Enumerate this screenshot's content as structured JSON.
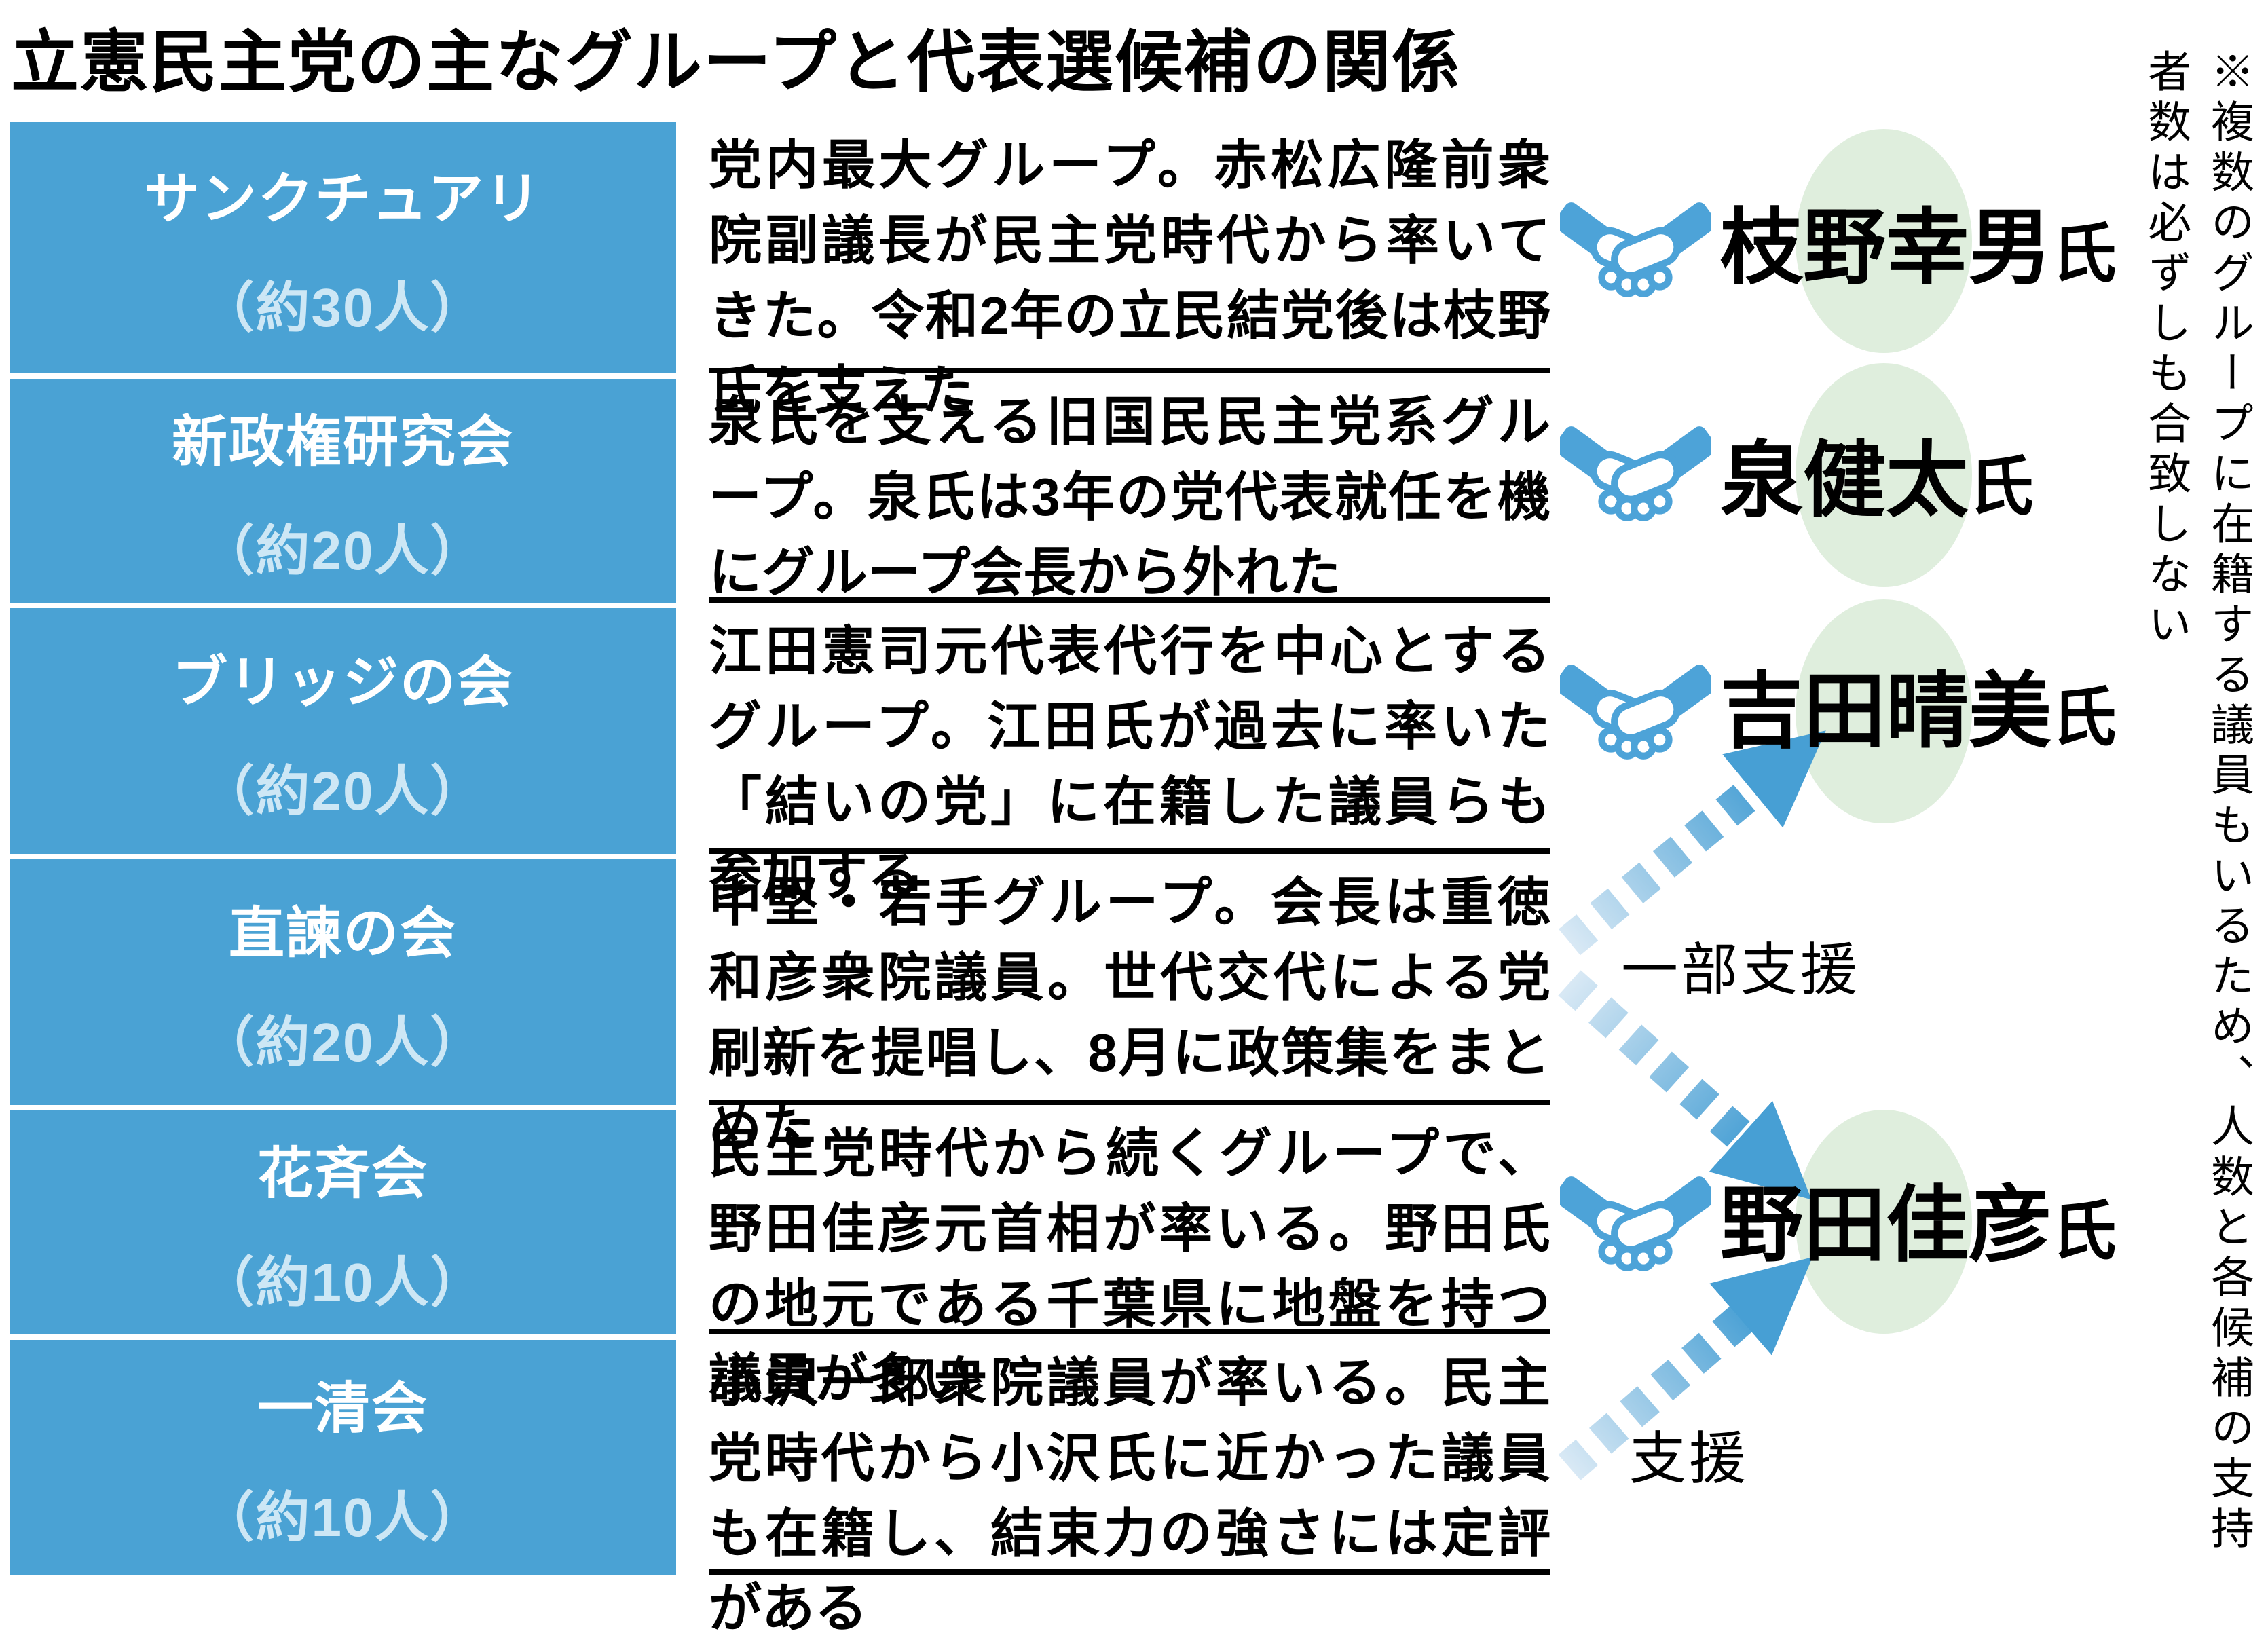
{
  "title": "立憲民主党の主なグループと代表選候補の関係",
  "colors": {
    "group_box_blue": "#4aa2d4",
    "member_count_blue": "#cde7f5",
    "candidate_circle_green": "#dfeedd",
    "arrow_blue": "#479fd4",
    "arrow_blue_light": "#d9e9f5",
    "text_black": "#000000"
  },
  "icons": {
    "handshake": "handshake-icon"
  },
  "groups": [
    {
      "name": "サンクチュアリ",
      "members": "（約30人）",
      "description": "党内最大グループ。赤松広隆前衆院副議長が民主党時代から率いてきた。令和2年の立民結党後は枝野氏を支えた"
    },
    {
      "name": "新政権研究会",
      "members": "（約20人）",
      "description": "泉氏を支える旧国民民主党系グループ。泉氏は3年の党代表就任を機にグループ会長から外れた"
    },
    {
      "name": "ブリッジの会",
      "members": "（約20人）",
      "description": "江田憲司元代表代行を中心とするグループ。江田氏が過去に率いた「結いの党」に在籍した議員らも参加する"
    },
    {
      "name": "直諫の会",
      "members": "（約20人）",
      "description": "中堅・若手グループ。会長は重徳和彦衆院議員。世代交代による党刷新を提唱し、8月に政策集をまとめた"
    },
    {
      "name": "花斉会",
      "members": "（約10人）",
      "description": "民主党時代から続くグループで、野田佳彦元首相が率いる。野田氏の地元である千葉県に地盤を持つ議員が多い"
    },
    {
      "name": "一清会",
      "members": "（約10人）",
      "description": "小沢一郎衆院議員が率いる。民主党時代から小沢氏に近かった議員も在籍し、結束力の強さには定評がある"
    }
  ],
  "candidates": [
    {
      "name": "枝野幸男",
      "honorific": "氏"
    },
    {
      "name": "泉健太",
      "honorific": "氏"
    },
    {
      "name": "吉田晴美",
      "honorific": "氏"
    },
    {
      "name": "野田佳彦",
      "honorific": "氏"
    }
  ],
  "relations": {
    "partial_support_label": "一部支援",
    "support_label": "支援"
  },
  "note": "※複数のグループに在籍する議員もいるため、人数と各候補の支持者数は必ずしも合致しない"
}
